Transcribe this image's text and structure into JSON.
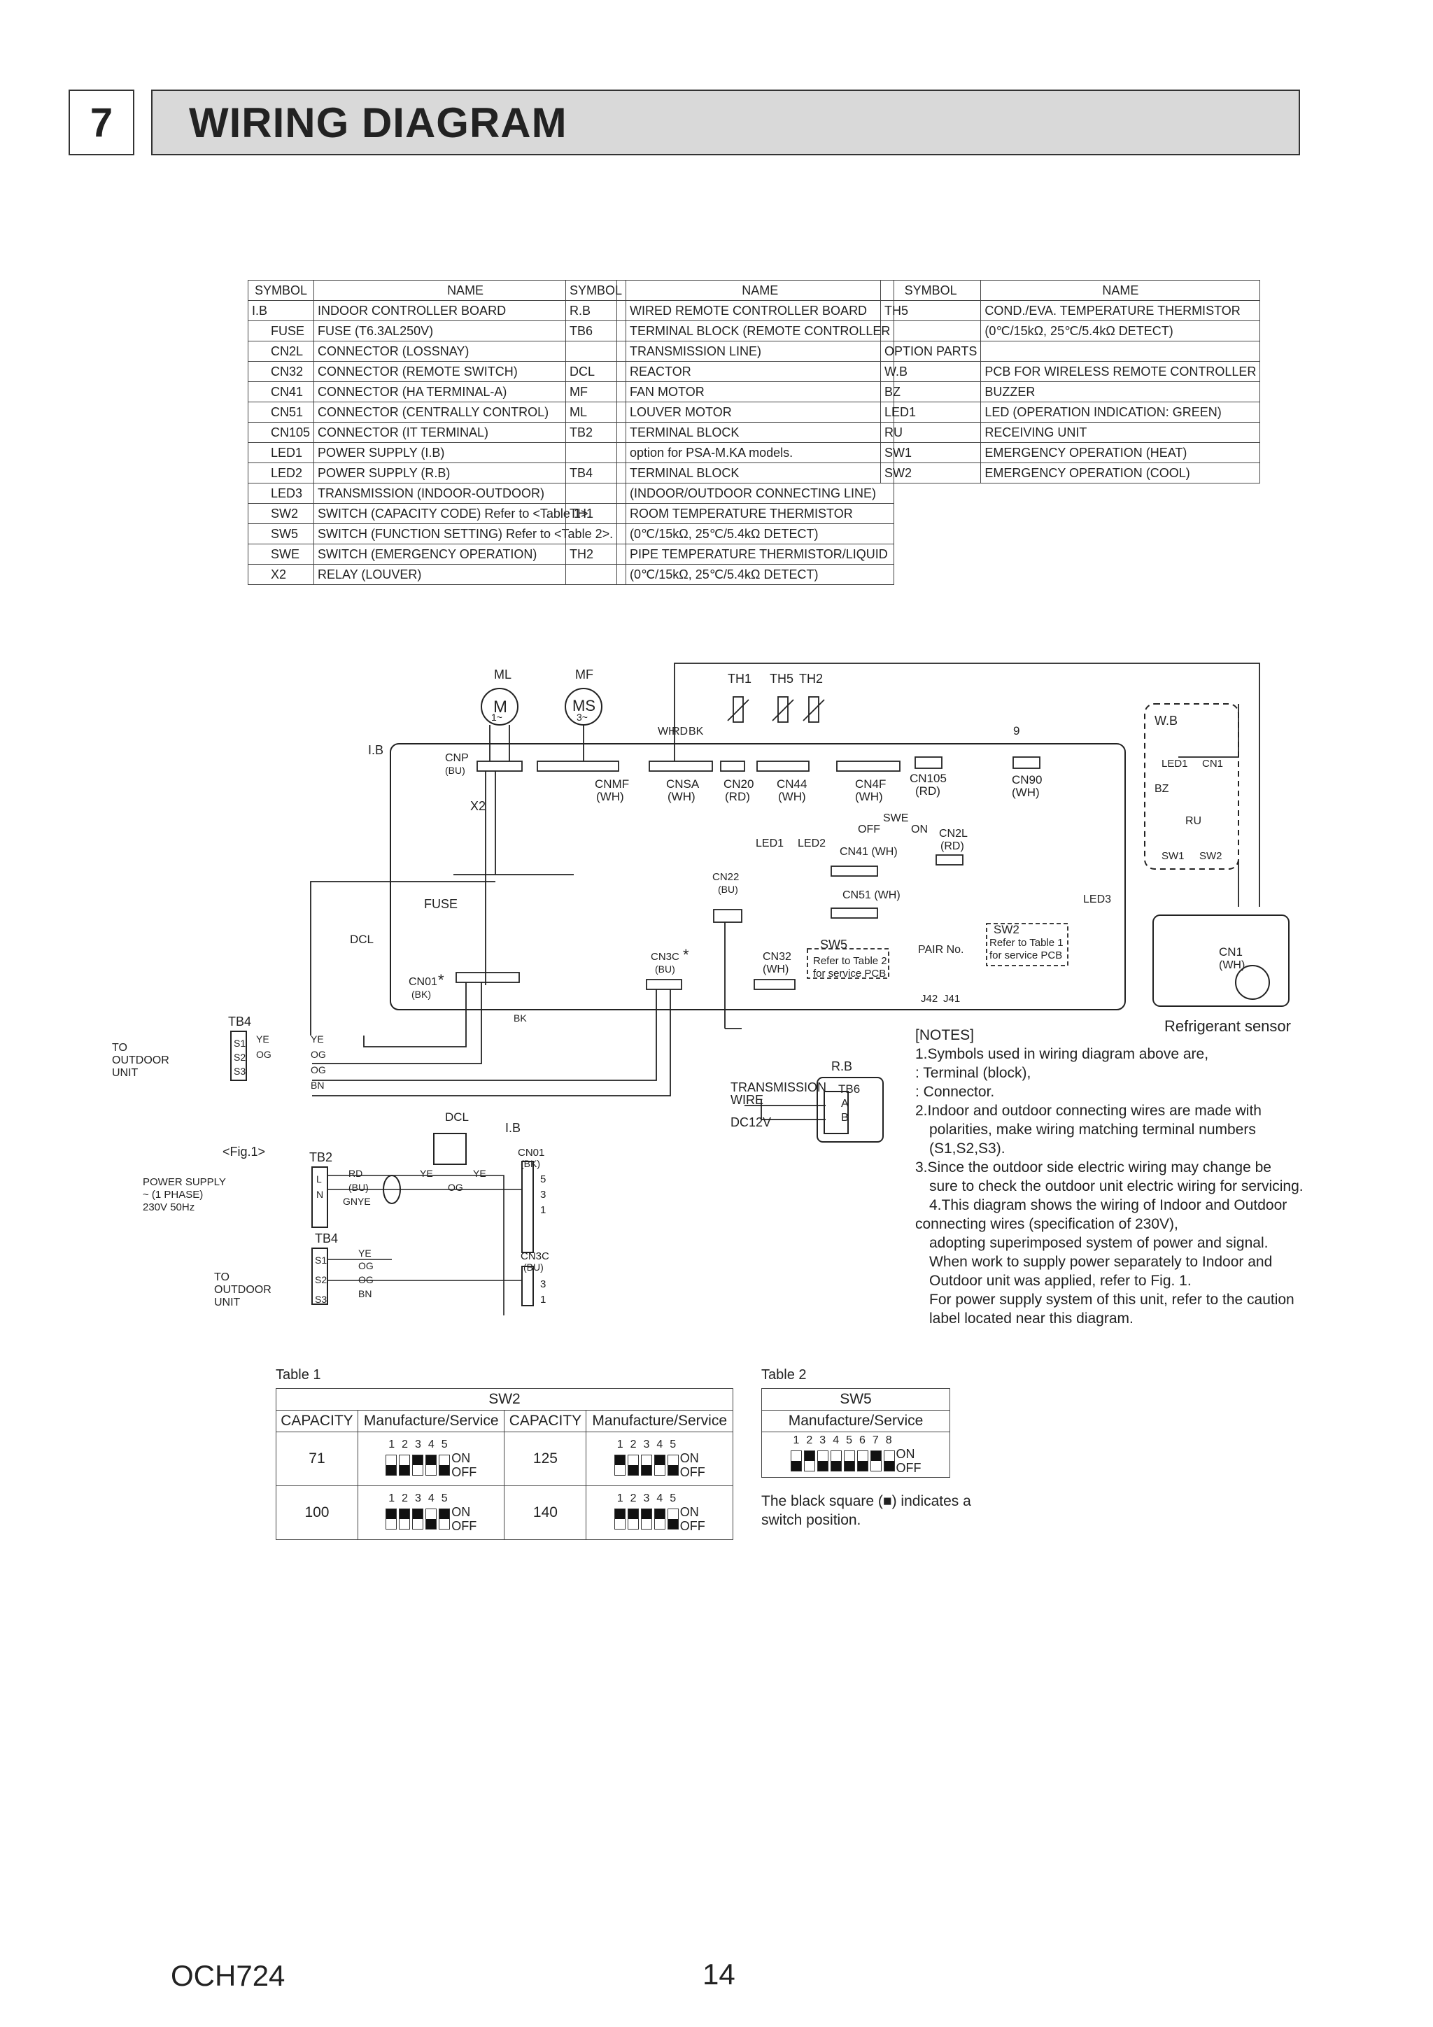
{
  "header": {
    "section_number": "7",
    "title": "WIRING DIAGRAM"
  },
  "legend": {
    "col1": {
      "symbol_header": "SYMBOL",
      "name_header": "NAME",
      "rows": [
        [
          "I.B",
          "INDOOR CONTROLLER BOARD"
        ],
        [
          "FUSE",
          "FUSE (T6.3AL250V)"
        ],
        [
          "CN2L",
          "CONNECTOR (LOSSNAY)"
        ],
        [
          "CN32",
          "CONNECTOR (REMOTE SWITCH)"
        ],
        [
          "CN41",
          "CONNECTOR (HA TERMINAL-A)"
        ],
        [
          "CN51",
          "CONNECTOR (CENTRALLY CONTROL)"
        ],
        [
          "CN105",
          "CONNECTOR (IT TERMINAL)"
        ],
        [
          "LED1",
          "POWER SUPPLY (I.B)"
        ],
        [
          "LED2",
          "POWER SUPPLY (R.B)"
        ],
        [
          "LED3",
          "TRANSMISSION (INDOOR-OUTDOOR)"
        ],
        [
          "SW2",
          "SWITCH (CAPACITY CODE) Refer to <Table 1>."
        ],
        [
          "SW5",
          "SWITCH (FUNCTION SETTING) Refer to <Table 2>."
        ],
        [
          "SWE",
          "SWITCH (EMERGENCY OPERATION)"
        ],
        [
          "X2",
          "RELAY (LOUVER)"
        ]
      ]
    },
    "col2": {
      "symbol_header": "SYMBOL",
      "name_header": "NAME",
      "rows": [
        [
          "R.B",
          "WIRED REMOTE CONTROLLER BOARD"
        ],
        [
          "TB6",
          "TERMINAL BLOCK (REMOTE CONTROLLER"
        ],
        [
          "",
          "TRANSMISSION LINE)"
        ],
        [
          "DCL",
          "REACTOR"
        ],
        [
          "MF",
          "FAN MOTOR"
        ],
        [
          "ML",
          "LOUVER MOTOR"
        ],
        [
          "TB2",
          "TERMINAL BLOCK"
        ],
        [
          "",
          "option for PSA-M.KA models."
        ],
        [
          "TB4",
          "TERMINAL BLOCK"
        ],
        [
          "",
          "(INDOOR/OUTDOOR CONNECTING LINE)"
        ],
        [
          "TH1",
          "ROOM TEMPERATURE THERMISTOR"
        ],
        [
          "",
          "(0℃/15kΩ, 25℃/5.4kΩ DETECT)"
        ],
        [
          "TH2",
          "PIPE TEMPERATURE THERMISTOR/LIQUID"
        ],
        [
          "",
          "(0℃/15kΩ, 25℃/5.4kΩ DETECT)"
        ]
      ]
    },
    "col3": {
      "symbol_header": "SYMBOL",
      "name_header": "NAME",
      "rows": [
        [
          "TH5",
          "COND./EVA. TEMPERATURE THERMISTOR"
        ],
        [
          "",
          "(0℃/15kΩ, 25℃/5.4kΩ DETECT)"
        ],
        [
          "OPTION PARTS",
          ""
        ],
        [
          "W.B",
          "PCB FOR WIRELESS REMOTE CONTROLLER"
        ],
        [
          "BZ",
          "BUZZER"
        ],
        [
          "LED1",
          "LED (OPERATION INDICATION: GREEN)"
        ],
        [
          "RU",
          "RECEIVING UNIT"
        ],
        [
          "SW1",
          "EMERGENCY OPERATION (HEAT)"
        ],
        [
          "SW2",
          "EMERGENCY OPERATION (COOL)"
        ]
      ]
    }
  },
  "diagram": {
    "labels": {
      "ml": "ML",
      "mf": "MF",
      "motor_m": "M",
      "motor_ms": "MS",
      "phase1": "1~",
      "phase3": "3~",
      "ib": "I.B",
      "cnp": "CNP",
      "bu": "(BU)",
      "x2": "X2",
      "fuse": "FUSE",
      "dcl": "DCL",
      "cn01": "CN01",
      "bk_paren": "(BK)",
      "tb4": "TB4",
      "to_outdoor": "TO",
      "outdoor": "OUTDOOR",
      "unit": "UNIT",
      "s1": "S1",
      "s2": "S2",
      "s3": "S3",
      "ye": "YE",
      "og": "OG",
      "bn": "BN",
      "bk": "BK",
      "wh": "WH",
      "rd": "RD",
      "cnmf": "CNMF",
      "wh_paren": "(WH)",
      "cnsa": "CNSA",
      "cn20": "CN20",
      "rd_paren": "(RD)",
      "cn44": "CN44",
      "cn4f": "CN4F",
      "cn105": "CN105",
      "cn90": "CN90",
      "th1": "TH1",
      "th5": "TH5",
      "th2": "TH2",
      "led1": "LED1",
      "led2": "LED2",
      "led3": "LED3",
      "swe": "SWE",
      "off": "OFF",
      "on": "ON",
      "cn2l": "CN2L",
      "cn41": "CN41 (WH)",
      "cn22": "CN22",
      "cn51": "CN51 (WH)",
      "cn3c": "CN3C",
      "cn32": "CN32",
      "sw5": "SW5",
      "refer_t2": "Refer to Table 2",
      "for_service_pcb": "for service PCB",
      "pair_no": "PAIR No.",
      "sw2": "SW2",
      "refer_t1": "Refer to Table 1",
      "j42": "J42",
      "j41": "J41",
      "wb": "W.B",
      "cn1": "CN1",
      "bz": "BZ",
      "ru": "RU",
      "sw1": "SW1",
      "refrigerant_sensor": "Refrigerant sensor",
      "rb": "R.B",
      "tb6": "TB6",
      "a": "A",
      "b": "B",
      "transmission": "TRANSMISSION",
      "wire": "WIRE",
      "dc12v": "DC12V",
      "fig1": "<Fig.1>",
      "tb2": "TB2",
      "power_supply": "POWER SUPPLY",
      "phase": "~ (1 PHASE)",
      "voltage": "230V 50Hz",
      "l": "L",
      "n": "N",
      "gnye": "GNYE",
      "star": "*",
      "n1": "1",
      "n2": "2",
      "n3": "3",
      "n4": "4",
      "n5": "5",
      "n6": "6",
      "n7": "7",
      "n9": "9"
    }
  },
  "notes": {
    "title": "[NOTES]",
    "lines": [
      "1.Symbols used in wiring diagram above are,",
      ": Terminal (block),",
      ": Connector.",
      "2.Indoor and outdoor connecting wires are made with",
      "polarities, make wiring matching terminal numbers",
      "(S1,S2,S3).",
      "3.Since the outdoor side electric wiring may change be",
      "sure to check the outdoor unit electric wiring for servicing.",
      "4.This diagram shows the wiring of Indoor and Outdoor",
      "connecting wires (specification of 230V),",
      "adopting superimposed system of power and signal.",
      "When work to supply power separately to Indoor and",
      "Outdoor unit was applied, refer to Fig. 1.",
      "For power supply system of this unit, refer to the caution",
      "label located near this diagram."
    ]
  },
  "table1": {
    "caption": "Table 1",
    "sw": "SW2",
    "cap_header": "CAPACITY",
    "ms_header": "Manufacture/Service",
    "nums": "12345",
    "on": "ON",
    "off": "OFF",
    "rows": [
      {
        "left_cap": "71",
        "left_pattern": [
          0,
          0,
          1,
          1,
          0
        ],
        "right_cap": "125",
        "right_pattern": [
          1,
          0,
          0,
          1,
          0
        ]
      },
      {
        "left_cap": "100",
        "left_pattern": [
          1,
          1,
          1,
          0,
          1
        ],
        "right_cap": "140",
        "right_pattern": [
          1,
          1,
          1,
          1,
          0
        ]
      }
    ]
  },
  "table2": {
    "caption": "Table 2",
    "sw": "SW5",
    "ms_header": "Manufacture/Service",
    "nums": "12345678",
    "pattern": [
      0,
      1,
      0,
      0,
      0,
      0,
      1,
      0
    ],
    "on": "ON",
    "off": "OFF",
    "note_line1": "The black square (■) indicates a",
    "note_line2": "switch position."
  },
  "footer": {
    "code": "OCH724",
    "page": "14"
  }
}
